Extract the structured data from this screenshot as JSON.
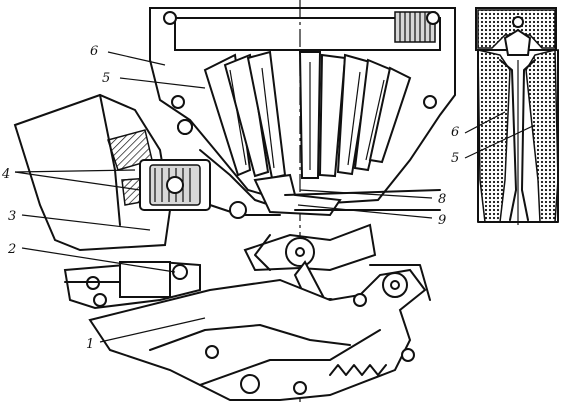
{
  "labels": {
    "l6a": "6",
    "l5a": "5",
    "l4": "4",
    "l3": "3",
    "l2": "2",
    "l1": "1",
    "l8": "8",
    "l9": "9",
    "l6b": "6",
    "l5b": "5"
  }
}
